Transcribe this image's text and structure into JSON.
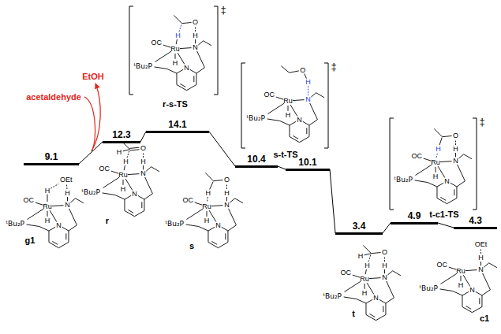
{
  "diagram": {
    "nodes": [
      {
        "text": [
          "9.1"
        ]
      },
      {
        "text": [
          "12.3"
        ]
      },
      {
        "text": [
          "14.1"
        ]
      },
      {
        "text": [
          "10.4"
        ]
      },
      {
        "text": [
          "10.1"
        ]
      },
      {
        "text": [
          "3.4"
        ]
      },
      {
        "text": [
          "4.9"
        ]
      },
      {
        "text": [
          "4.3"
        ]
      }
    ],
    "edges": [
      {
        "from": 0,
        "to": 1,
        "arrow": "none"
      },
      {
        "from": 1,
        "to": 2,
        "arrow": "none"
      },
      {
        "from": 2,
        "to": 3,
        "arrow": "none"
      },
      {
        "from": 3,
        "to": 4,
        "arrow": "none"
      },
      {
        "from": 4,
        "to": 5,
        "arrow": "none"
      },
      {
        "from": 5,
        "to": 6,
        "arrow": "none"
      },
      {
        "from": 6,
        "to": 7,
        "arrow": "none"
      }
    ],
    "labels": [
      "EtOH",
      "acetaldehyde",
      "H",
      "OEt",
      "H",
      "OC",
      "Ru",
      "H",
      "N",
      "ᵗBu₂P",
      "N",
      "g1",
      "H",
      "O",
      "H",
      "H",
      "OC",
      "Ru",
      "H",
      "N",
      "ᵗBu₂P",
      "N",
      "r",
      "O",
      "H",
      "H",
      "OC",
      "Ru",
      "H",
      "N",
      "ᵗBu₂P",
      "N",
      "r-s-TS",
      "‡",
      "H",
      "O",
      "H",
      "OC",
      "Ru",
      "H",
      "N",
      "ᵗBu₂P",
      "N",
      "s",
      "O",
      "H",
      "OC",
      "Ru",
      "H",
      "N",
      "ᵗBu₂P",
      "N",
      "s-t-TS",
      "‡",
      "H",
      "O",
      "H",
      "H",
      "OC",
      "Ru",
      "H",
      "N",
      "ᵗBu₂P",
      "N",
      "t",
      "H",
      "O",
      "H",
      "OC",
      "Ru",
      "H",
      "N",
      "ᵗBu₂P",
      "N",
      "t-c1-TS",
      "‡",
      "OEt",
      "H",
      "OC",
      "Ru",
      "H",
      "N",
      "ᵗBu₂P",
      "N",
      "c1"
    ]
  }
}
